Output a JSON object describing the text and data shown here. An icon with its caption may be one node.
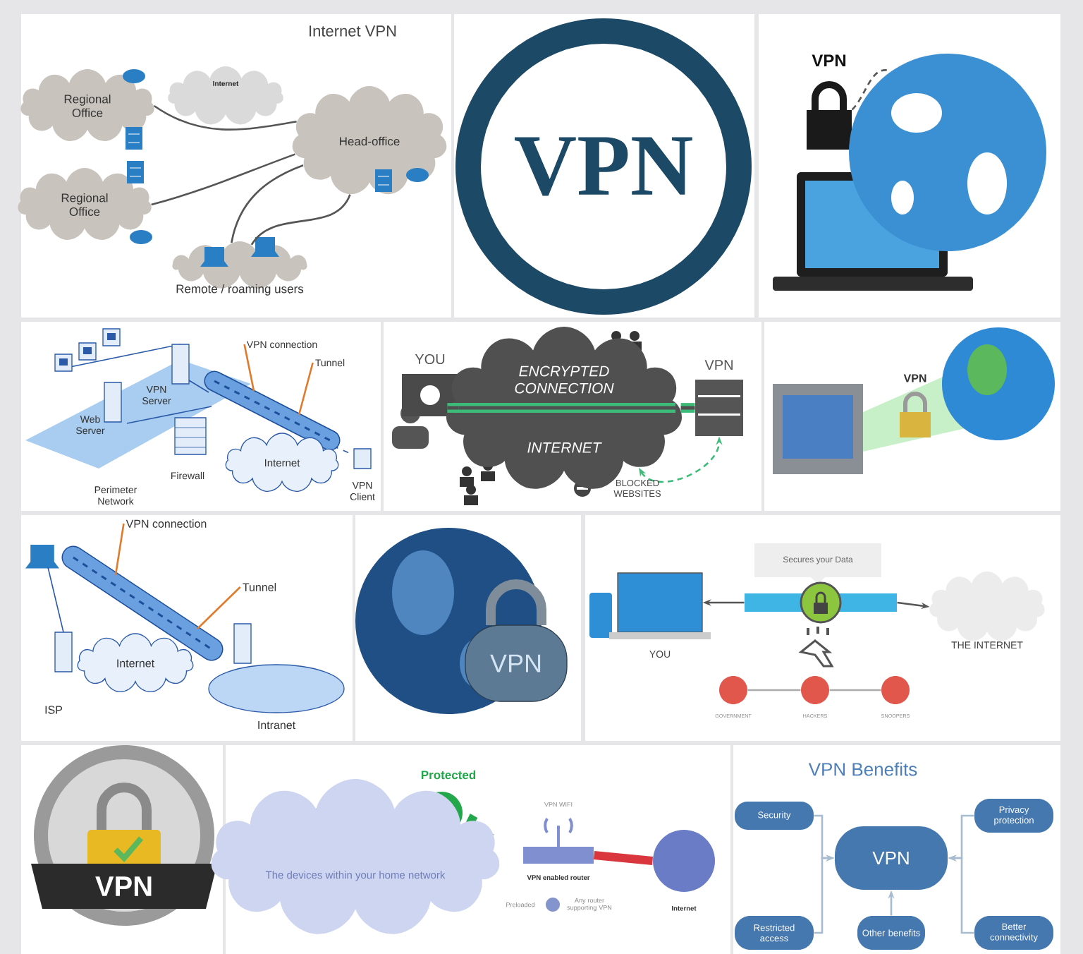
{
  "diagram": {
    "nodes": [
      {
        "text": [
          "Regional Office"
        ]
      },
      {
        "text": [
          "Internet"
        ]
      },
      {
        "text": [
          "Head-office"
        ]
      },
      {
        "text": [
          "Regional Office"
        ]
      },
      {
        "text": [
          "Remote / roaming users"
        ]
      },
      {
        "text": [
          "VPN"
        ]
      },
      {
        "text": [
          "VPN"
        ]
      },
      {
        "text": [],
        "shape": "picture"
      },
      {
        "text": [
          "VPN connection"
        ]
      },
      {
        "text": [
          "Tunnel"
        ]
      },
      {
        "text": [],
        "shape": "cylinder"
      },
      {
        "text": [
          "Internet"
        ]
      },
      {
        "text": [
          "YOU"
        ]
      },
      {
        "text": [
          "ENCRYPTED CONNECTION",
          "INTERNET"
        ]
      },
      {
        "text": [
          "VPN"
        ]
      },
      {
        "text": [
          "VPN connection"
        ]
      },
      {
        "text": [
          "Tunnel"
        ]
      },
      {
        "text": [],
        "shape": "cylinder"
      },
      {
        "text": [
          "Internet"
        ]
      },
      {
        "text": [
          "Intranet"
        ]
      },
      {
        "text": [
          "VPN"
        ]
      },
      {
        "text": [
          "Secures your Data"
        ]
      },
      {
        "text": [],
        "shape": "bar"
      },
      {
        "text": [
          "YOU"
        ]
      },
      {
        "text": [
          "THE INTERNET"
        ]
      },
      {
        "text": [
          "GOVERNMENT"
        ]
      },
      {
        "text": [
          "HACKERS"
        ]
      },
      {
        "text": [
          "SNOOPERS"
        ]
      },
      {
        "text": [
          "The devices within your home network"
        ]
      },
      {
        "text": [
          "VPN enabled router"
        ]
      },
      {
        "text": [
          "Internet"
        ]
      },
      {
        "text": [
          "Security"
        ]
      },
      {
        "text": [
          "Privacy protection"
        ]
      },
      {
        "text": [
          "VPN"
        ]
      },
      {
        "text": [
          "Restricted access"
        ]
      },
      {
        "text": [
          "Other benefits"
        ]
      },
      {
        "text": [
          "Better connectivity"
        ]
      }
    ],
    "edges": [
      {
        "from": 0,
        "to": 2,
        "arrow": "none"
      },
      {
        "from": 3,
        "to": 2,
        "arrow": "none"
      },
      {
        "from": 4,
        "to": 2,
        "arrow": "none"
      },
      {
        "from": 4,
        "to": 2,
        "arrow": "none"
      },
      {
        "from": 6,
        "to": 7,
        "arrow": "none",
        "style": "dashed"
      },
      {
        "from": 8,
        "to": 10,
        "arrow": "none",
        "color": "#e07b2e"
      },
      {
        "from": 9,
        "to": 10,
        "arrow": "none",
        "color": "#e07b2e"
      },
      {
        "from": 12,
        "to": 13,
        "arrow": "none",
        "style": "thick",
        "color": "#3dbb78"
      },
      {
        "from": 13,
        "to": 14,
        "arrow": "both",
        "style": "dashed",
        "color": "#3dbb78"
      },
      {
        "from": 15,
        "to": 17,
        "arrow": "none",
        "color": "#e07b2e"
      },
      {
        "from": 16,
        "to": 17,
        "arrow": "none",
        "color": "#e07b2e"
      },
      {
        "from": 22,
        "to": 23,
        "arrow": "to"
      },
      {
        "from": 22,
        "to": 24,
        "arrow": "to"
      },
      {
        "from": 25,
        "to": 26,
        "arrow": "none",
        "color": "#aaaaaa"
      },
      {
        "from": 26,
        "to": 27,
        "arrow": "none",
        "color": "#aaaaaa"
      },
      {
        "from": 29,
        "to": 30,
        "arrow": "none",
        "style": "thick",
        "color": "#d9363e"
      },
      {
        "from": 31,
        "to": 33,
        "arrow": "to",
        "color": "#a8bcd0"
      },
      {
        "from": 34,
        "to": 33,
        "arrow": "to",
        "color": "#a8bcd0"
      },
      {
        "from": 35,
        "to": 33,
        "arrow": "to",
        "color": "#a8bcd0"
      },
      {
        "from": 32,
        "to": 33,
        "arrow": "to",
        "color": "#a8bcd0"
      },
      {
        "from": 36,
        "to": 33,
        "arrow": "to",
        "color": "#a8bcd0"
      },
      {
        "from": 13,
        "to": 14,
        "arrow": "none",
        "style": "thick",
        "color": "#3dbb78"
      }
    ],
    "labels": [
      "Internet VPN",
      "VPN Server",
      "Web Server",
      "Firewall",
      "VPN Client",
      "Perimeter Network",
      "BLOCKED WEBSITES",
      "VPN",
      "ISP",
      "VPN",
      "Protected",
      "VPN WIFI",
      "Preloaded",
      "Any router supporting VPN",
      "VPN Benefits"
    ]
  }
}
